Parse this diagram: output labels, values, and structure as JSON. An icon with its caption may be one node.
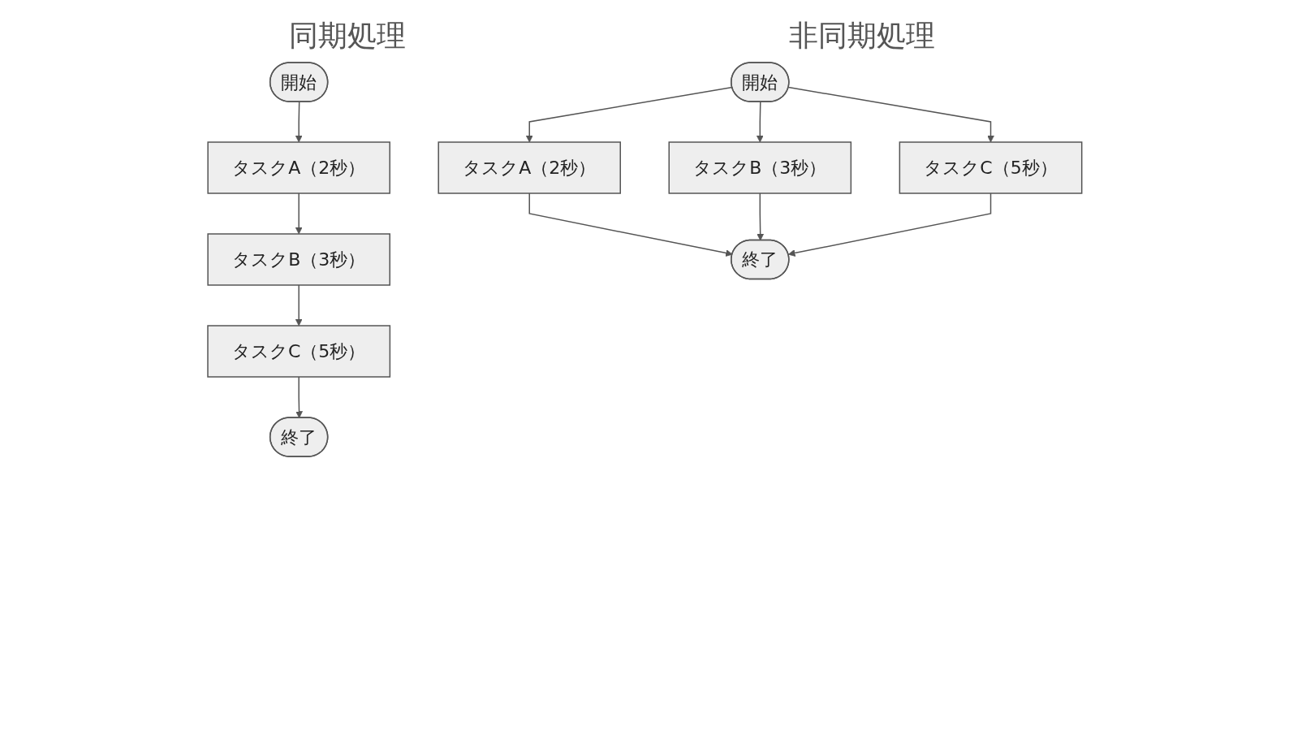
{
  "diagram": {
    "nodes": [
      {
        "text": [
          "開始"
        ]
      },
      {
        "text": [
          "タスクA（2秒）"
        ]
      },
      {
        "text": [
          "タスクB（3秒）"
        ]
      },
      {
        "text": [
          "タスクC（5秒）"
        ]
      },
      {
        "text": [
          "終了"
        ]
      },
      {
        "text": [
          "開始"
        ]
      },
      {
        "text": [
          "タスクA（2秒）"
        ]
      },
      {
        "text": [
          "タスクB（3秒）"
        ]
      },
      {
        "text": [
          "タスクC（5秒）"
        ]
      },
      {
        "text": [
          "終了"
        ]
      }
    ],
    "edges": [
      {
        "from": 0,
        "to": 1,
        "arrow": "to"
      },
      {
        "from": 1,
        "to": 2,
        "arrow": "to"
      },
      {
        "from": 2,
        "to": 3,
        "arrow": "to"
      },
      {
        "from": 3,
        "to": 4,
        "arrow": "to"
      },
      {
        "from": 5,
        "to": 6,
        "arrow": "to"
      },
      {
        "from": 5,
        "to": 7,
        "arrow": "to"
      },
      {
        "from": 5,
        "to": 8,
        "arrow": "to"
      },
      {
        "from": 6,
        "to": 9,
        "arrow": "to"
      },
      {
        "from": 7,
        "to": 9,
        "arrow": "to"
      },
      {
        "from": 8,
        "to": 9,
        "arrow": "to"
      }
    ],
    "labels": [
      "同期処理",
      "非同期処理"
    ]
  }
}
